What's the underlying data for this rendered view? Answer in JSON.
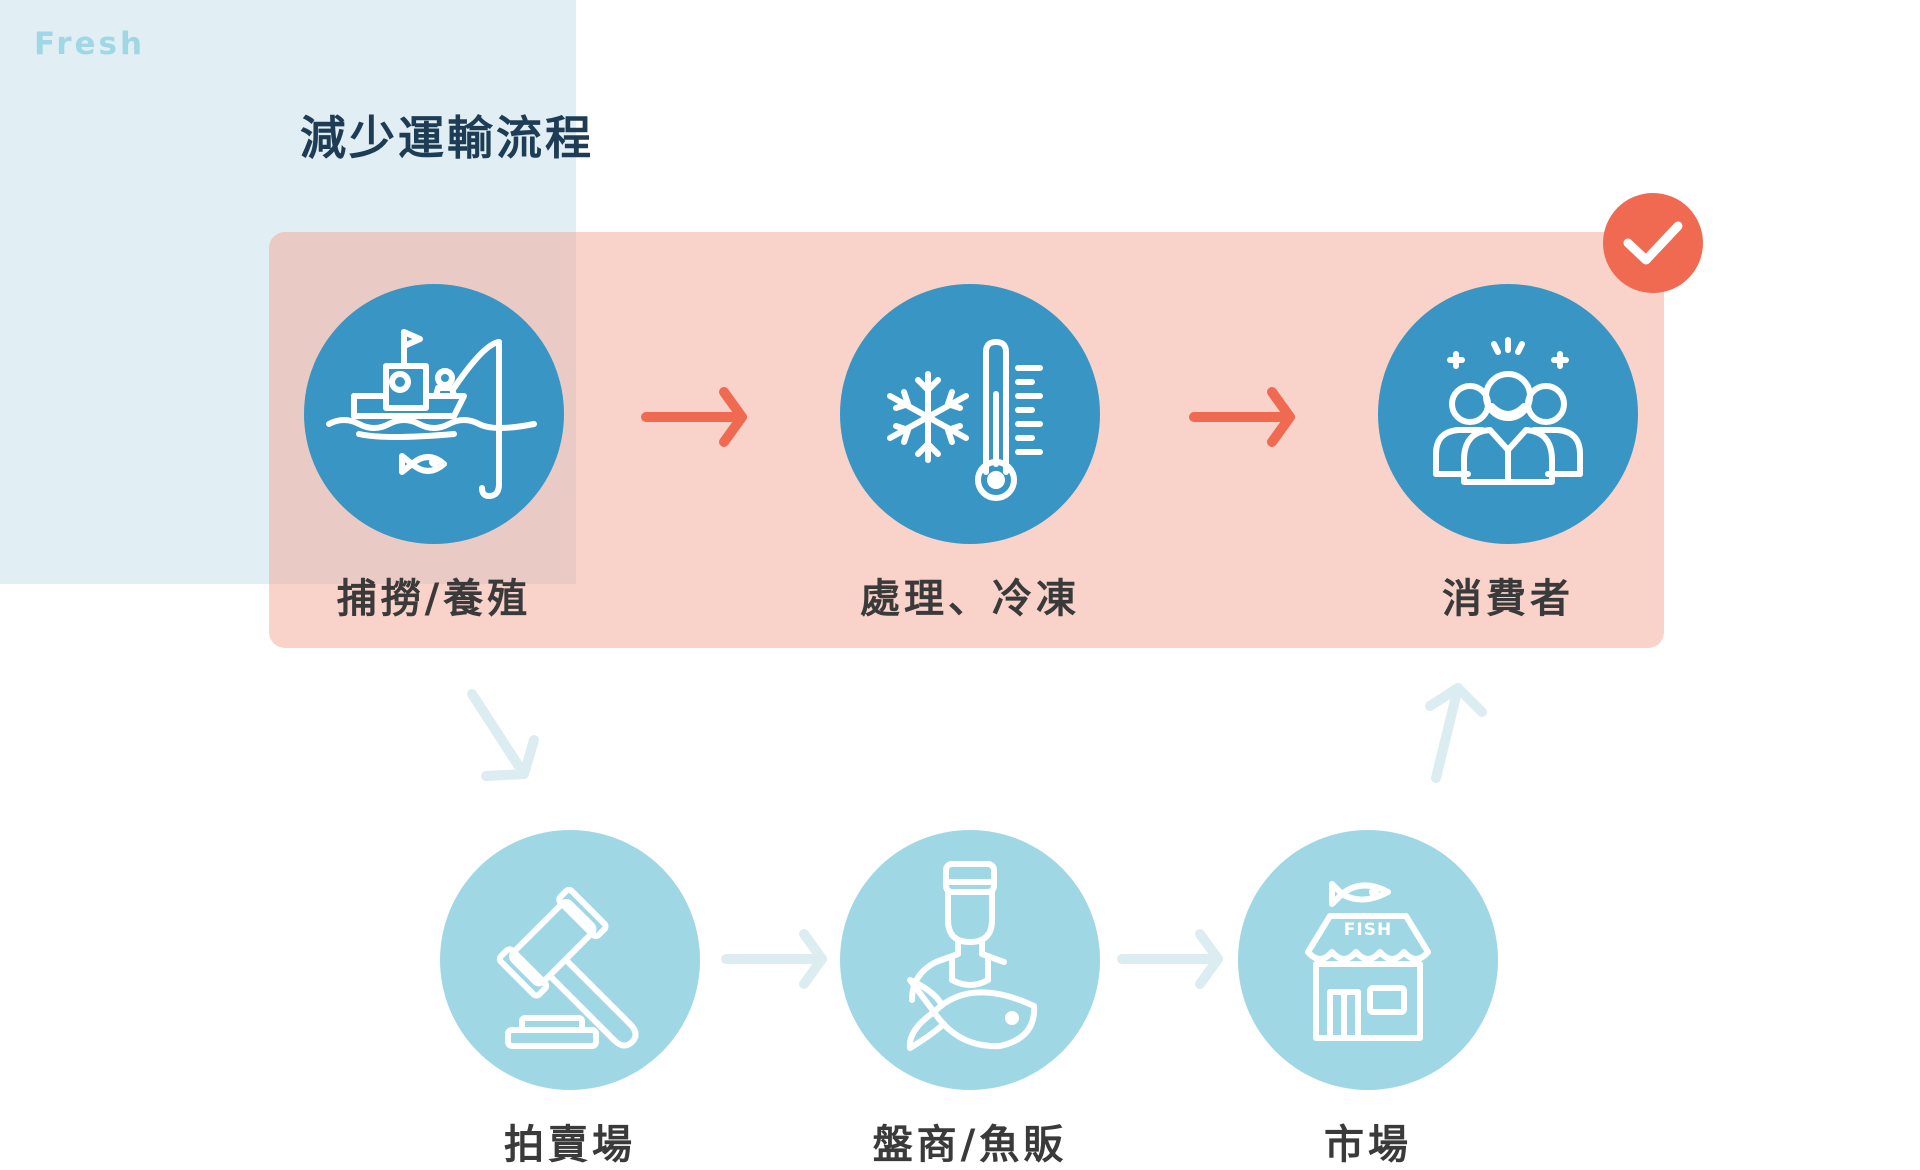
{
  "brand": "Fresh",
  "title": "減少運輸流程",
  "highlight_path": {
    "steps": [
      {
        "label": "捕撈/養殖",
        "icon": "fishing-boat-icon"
      },
      {
        "label": "處理、冷凍",
        "icon": "snowflake-thermometer-icon"
      },
      {
        "label": "消費者",
        "icon": "consumers-group-icon"
      }
    ],
    "badge_icon": "checkmark-icon"
  },
  "traditional_path": {
    "steps": [
      {
        "label": "拍賣場",
        "icon": "auction-gavel-icon"
      },
      {
        "label": "盤商/魚販",
        "icon": "fishmonger-icon"
      },
      {
        "label": "市場",
        "icon": "fish-market-shop-icon",
        "sign": "FISH"
      }
    ]
  },
  "colors": {
    "accent": "#ef6a50",
    "highlight_bg": "#f9d2c9",
    "circle_dark": "#3995c3",
    "circle_light": "#9fd8e4",
    "arrow_faded": "#dcedf2",
    "title": "#1e3d55",
    "brand": "#9fd8e4"
  }
}
